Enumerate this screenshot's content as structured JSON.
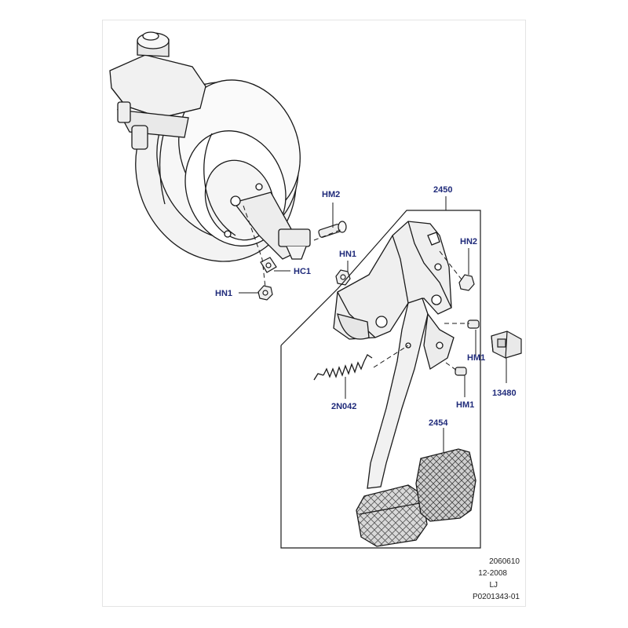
{
  "callouts": {
    "hm2": "HM2",
    "p2450": "2450",
    "hn2": "HN2",
    "hn1_upper": "HN1",
    "hc1": "HC1",
    "hn1_lower": "HN1",
    "hm1_upper": "HM1",
    "p13480": "13480",
    "p2n042": "2N042",
    "hm1_lower": "HM1",
    "p2454": "2454"
  },
  "footer": {
    "code": "2060610",
    "date": "12-2008",
    "initials": "LJ",
    "figure_id": "P0201343-01"
  },
  "colors": {
    "label": "#1f2a7a",
    "line": "#1a1a1a",
    "fill": "#f2f2f2"
  }
}
